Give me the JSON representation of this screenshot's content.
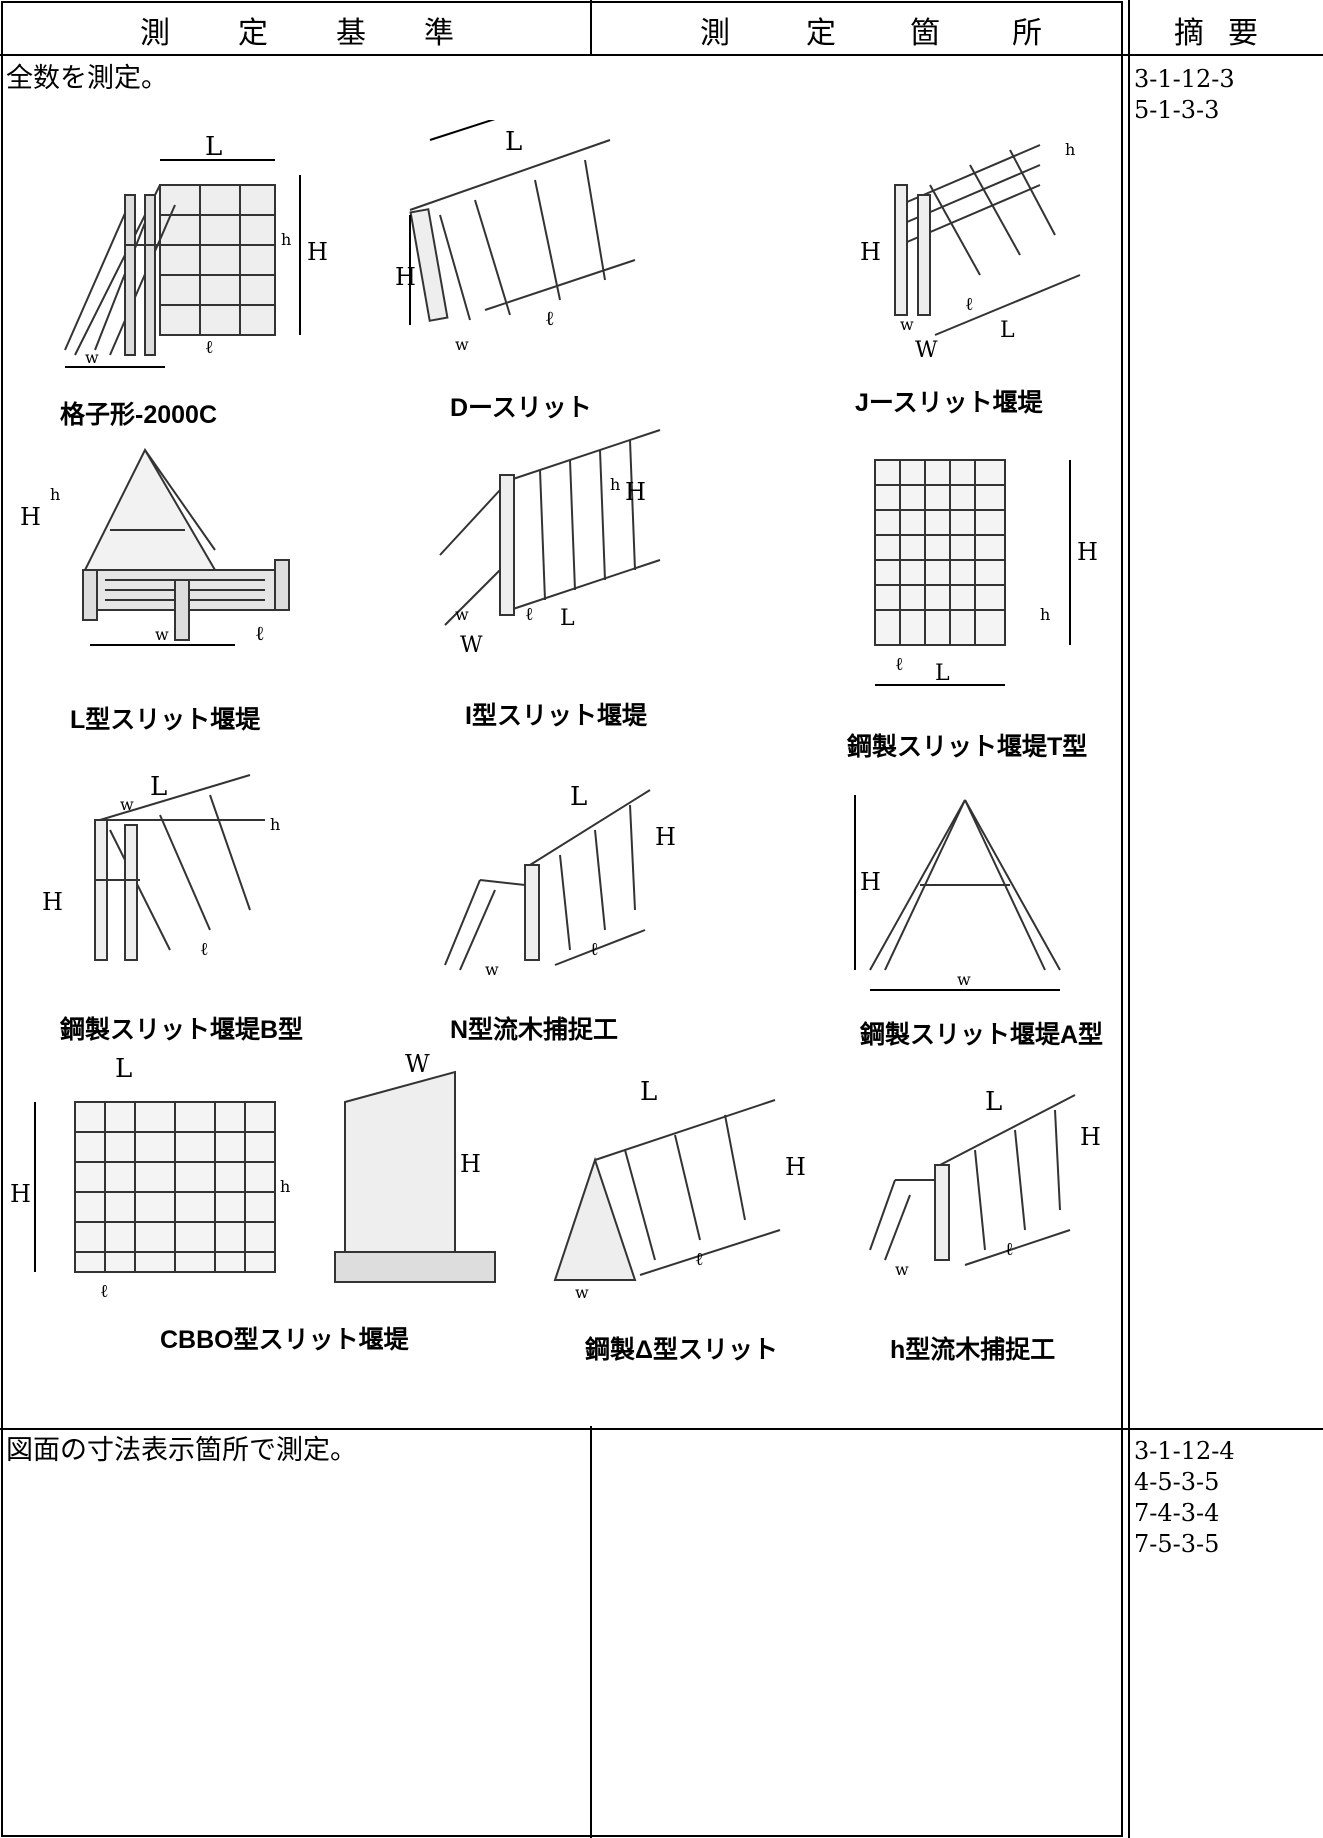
{
  "header": {
    "col1_chars": [
      "測",
      "定",
      "基",
      "準"
    ],
    "col2_chars": [
      "測",
      "定",
      "箇",
      "所"
    ],
    "col3_chars": [
      "摘",
      "要"
    ]
  },
  "row1": {
    "criteria": "全数を測定。",
    "refs": [
      "3-1-12-3",
      "5-1-3-3"
    ],
    "figures": [
      {
        "caption": "格子形-2000C",
        "labels": [
          "L",
          "H",
          "h",
          "w",
          "ℓ"
        ]
      },
      {
        "caption": "Dースリット",
        "labels": [
          "L",
          "H",
          "w",
          "ℓ"
        ]
      },
      {
        "caption": "Jースリット堰堤",
        "labels": [
          "h",
          "H",
          "w",
          "W",
          "L",
          "ℓ"
        ]
      },
      {
        "caption": "L型スリット堰堤",
        "labels": [
          "h",
          "H",
          "w",
          "ℓ"
        ]
      },
      {
        "caption": "I型スリット堰堤",
        "labels": [
          "h",
          "H",
          "w",
          "W",
          "L",
          "ℓ"
        ]
      },
      {
        "caption": "鋼製スリット堰堤T型",
        "labels": [
          "h",
          "H",
          "ℓ",
          "L"
        ]
      },
      {
        "caption": "鋼製スリット堰堤B型",
        "labels": [
          "L",
          "w",
          "h",
          "H",
          "ℓ"
        ]
      },
      {
        "caption": "N型流木捕捉工",
        "labels": [
          "L",
          "H",
          "w",
          "ℓ"
        ]
      },
      {
        "caption": "鋼製スリット堰堤A型",
        "labels": [
          "H",
          "w"
        ]
      },
      {
        "caption": "CBBO型スリット堰堤",
        "labels": [
          "L",
          "H",
          "h",
          "ℓ",
          "W"
        ]
      },
      {
        "caption": "鋼製Δ型スリット",
        "labels": [
          "L",
          "H",
          "w",
          "ℓ"
        ]
      },
      {
        "caption": "h型流木捕捉工",
        "labels": [
          "L",
          "H",
          "w",
          "ℓ"
        ]
      }
    ]
  },
  "row2": {
    "criteria": "図面の寸法表示箇所で測定。",
    "refs": [
      "3-1-12-4",
      "4-5-3-5",
      "7-4-3-4",
      "7-5-3-5"
    ]
  }
}
